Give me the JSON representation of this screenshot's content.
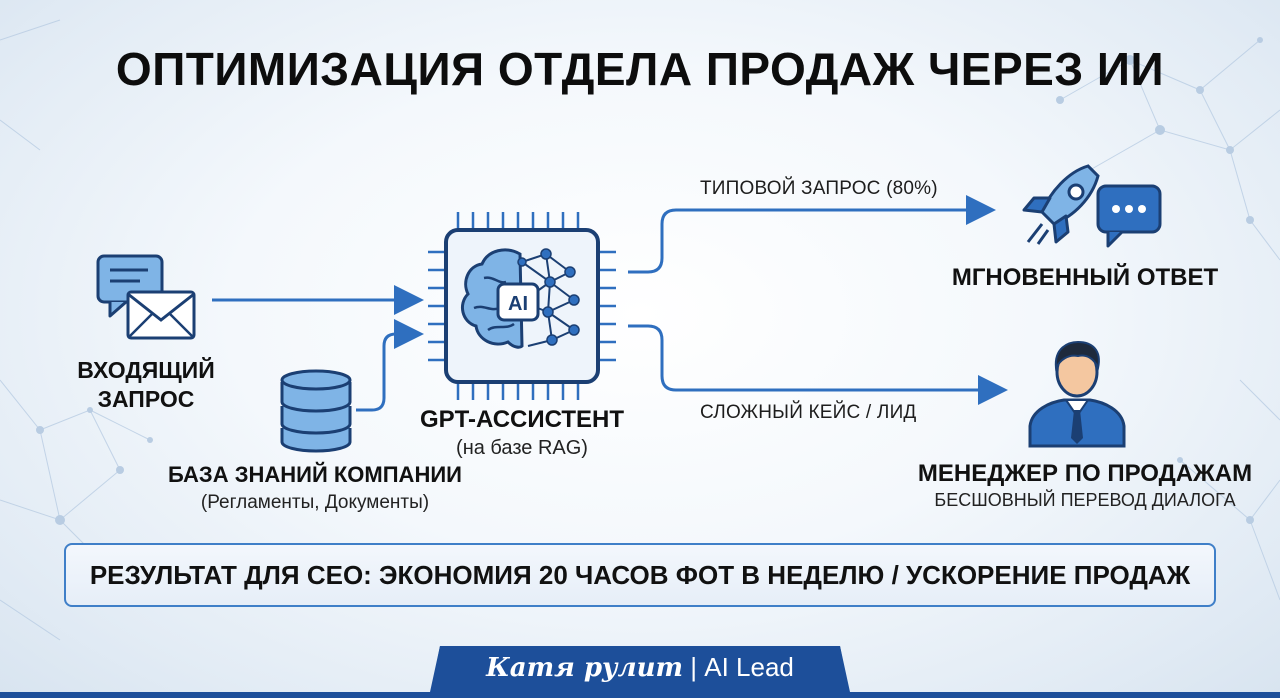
{
  "title": "ОПТИМИЗАЦИЯ ОТДЕЛА ПРОДАЖ ЧЕРЕЗ ИИ",
  "incoming": {
    "label_line1": "ВХОДЯЩИЙ",
    "label_line2": "ЗАПРОС"
  },
  "knowledge_base": {
    "label": "БАЗА ЗНАНИЙ КОМПАНИИ",
    "sub": "(Регламенты, Документы)"
  },
  "assistant": {
    "label": "GPT-АССИСТЕНТ",
    "sub": "(на базе RAG)",
    "chip_text": "AI"
  },
  "route_typical": {
    "label": "ТИПОВОЙ ЗАПРОС (80%)",
    "result": "МГНОВЕННЫЙ ОТВЕТ"
  },
  "route_complex": {
    "label": "СЛОЖНЫЙ КЕЙС / ЛИД",
    "result": "МЕНЕДЖЕР ПО ПРОДАЖАМ",
    "result_sub": "БЕСШОВНЫЙ ПЕРЕВОД ДИАЛОГА"
  },
  "result_banner": "РЕЗУЛЬТАТ ДЛЯ СЕО: ЭКОНОМИЯ 20 ЧАСОВ ФОТ В НЕДЕЛЮ / УСКОРЕНИЕ ПРОДАЖ",
  "footer": {
    "brand": "Катя рулит",
    "separator": "|",
    "role": "AI Lead"
  },
  "colors": {
    "accent": "#2f6fbf",
    "dark_blue": "#1b3f73",
    "light_blue": "#5aa0e0"
  },
  "icons": [
    "message-icon",
    "envelope-icon",
    "database-icon",
    "ai-chip-icon",
    "rocket-icon",
    "chat-bubble-icon",
    "manager-icon"
  ]
}
